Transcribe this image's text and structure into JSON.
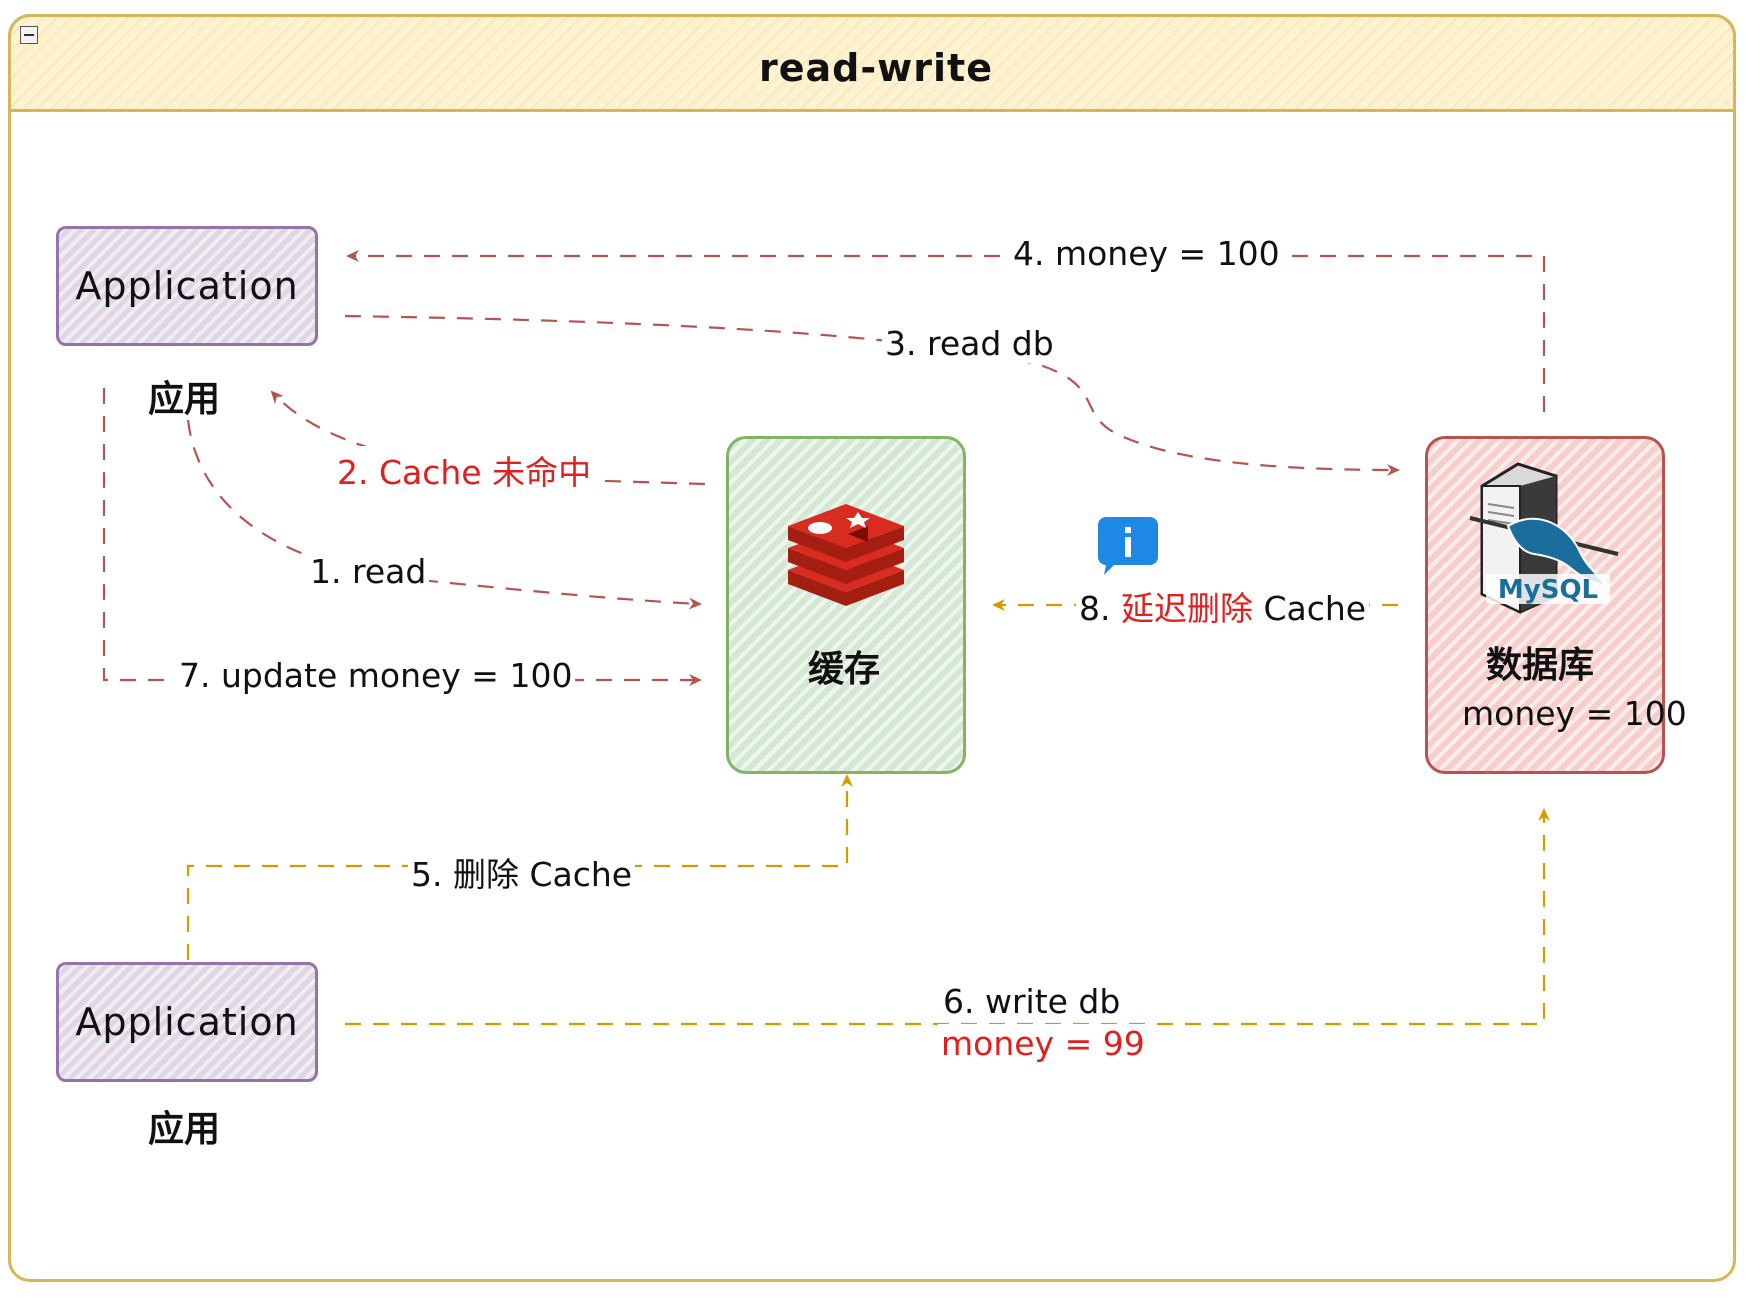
{
  "frame": {
    "title": "read-write"
  },
  "nodes": {
    "app_top": {
      "label": "Application",
      "caption": "应用"
    },
    "app_bottom": {
      "label": "Application",
      "caption": "应用"
    },
    "cache": {
      "label": "缓存"
    },
    "db": {
      "label": "数据库",
      "value": "money = 100"
    }
  },
  "edges": {
    "e1": "1. read",
    "e2": "2. Cache 未命中",
    "e3": "3. read db",
    "e4": "4. money = 100",
    "e5": "5. 删除 Cache",
    "e6_line1": "6. write db",
    "e6_line2": "money = 99",
    "e7": "7. update money = 100",
    "e8_num": "8. ",
    "e8_red": "延迟删除",
    "e8_tail": " Cache"
  },
  "icons": {
    "cache": "redis-icon",
    "db": "mysql-server-icon",
    "note": "info-icon"
  },
  "colors": {
    "frame": "#d6b656",
    "read_path": "#b85450",
    "write_path": "#d79b00",
    "highlight_text": "#e02020",
    "app": "#9673a6",
    "cache": "#82b366",
    "db": "#b85450",
    "info": "#1e88e5"
  },
  "mysql_logo_text": "MySQL"
}
